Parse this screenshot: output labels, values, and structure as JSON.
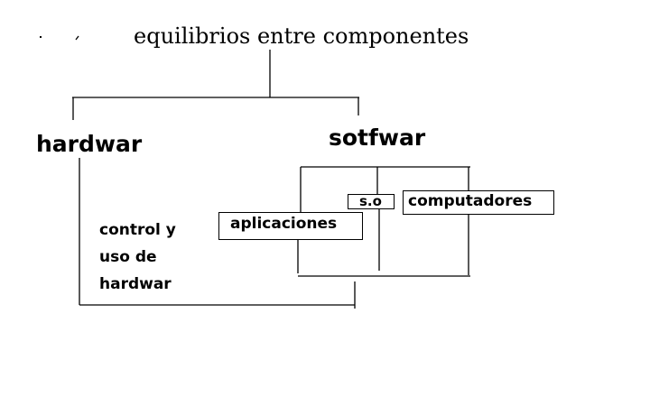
{
  "diagram": {
    "title": "equilibrios entre componentes",
    "left_node": "hardwar",
    "right_node": "sotfwar",
    "software_children": [
      "aplicaciones",
      "s.o",
      "computadores"
    ],
    "hardware_note": [
      "control y",
      "uso de",
      "hardwar"
    ]
  },
  "colors": {
    "background": "#ffffff",
    "ink": "#000000"
  }
}
